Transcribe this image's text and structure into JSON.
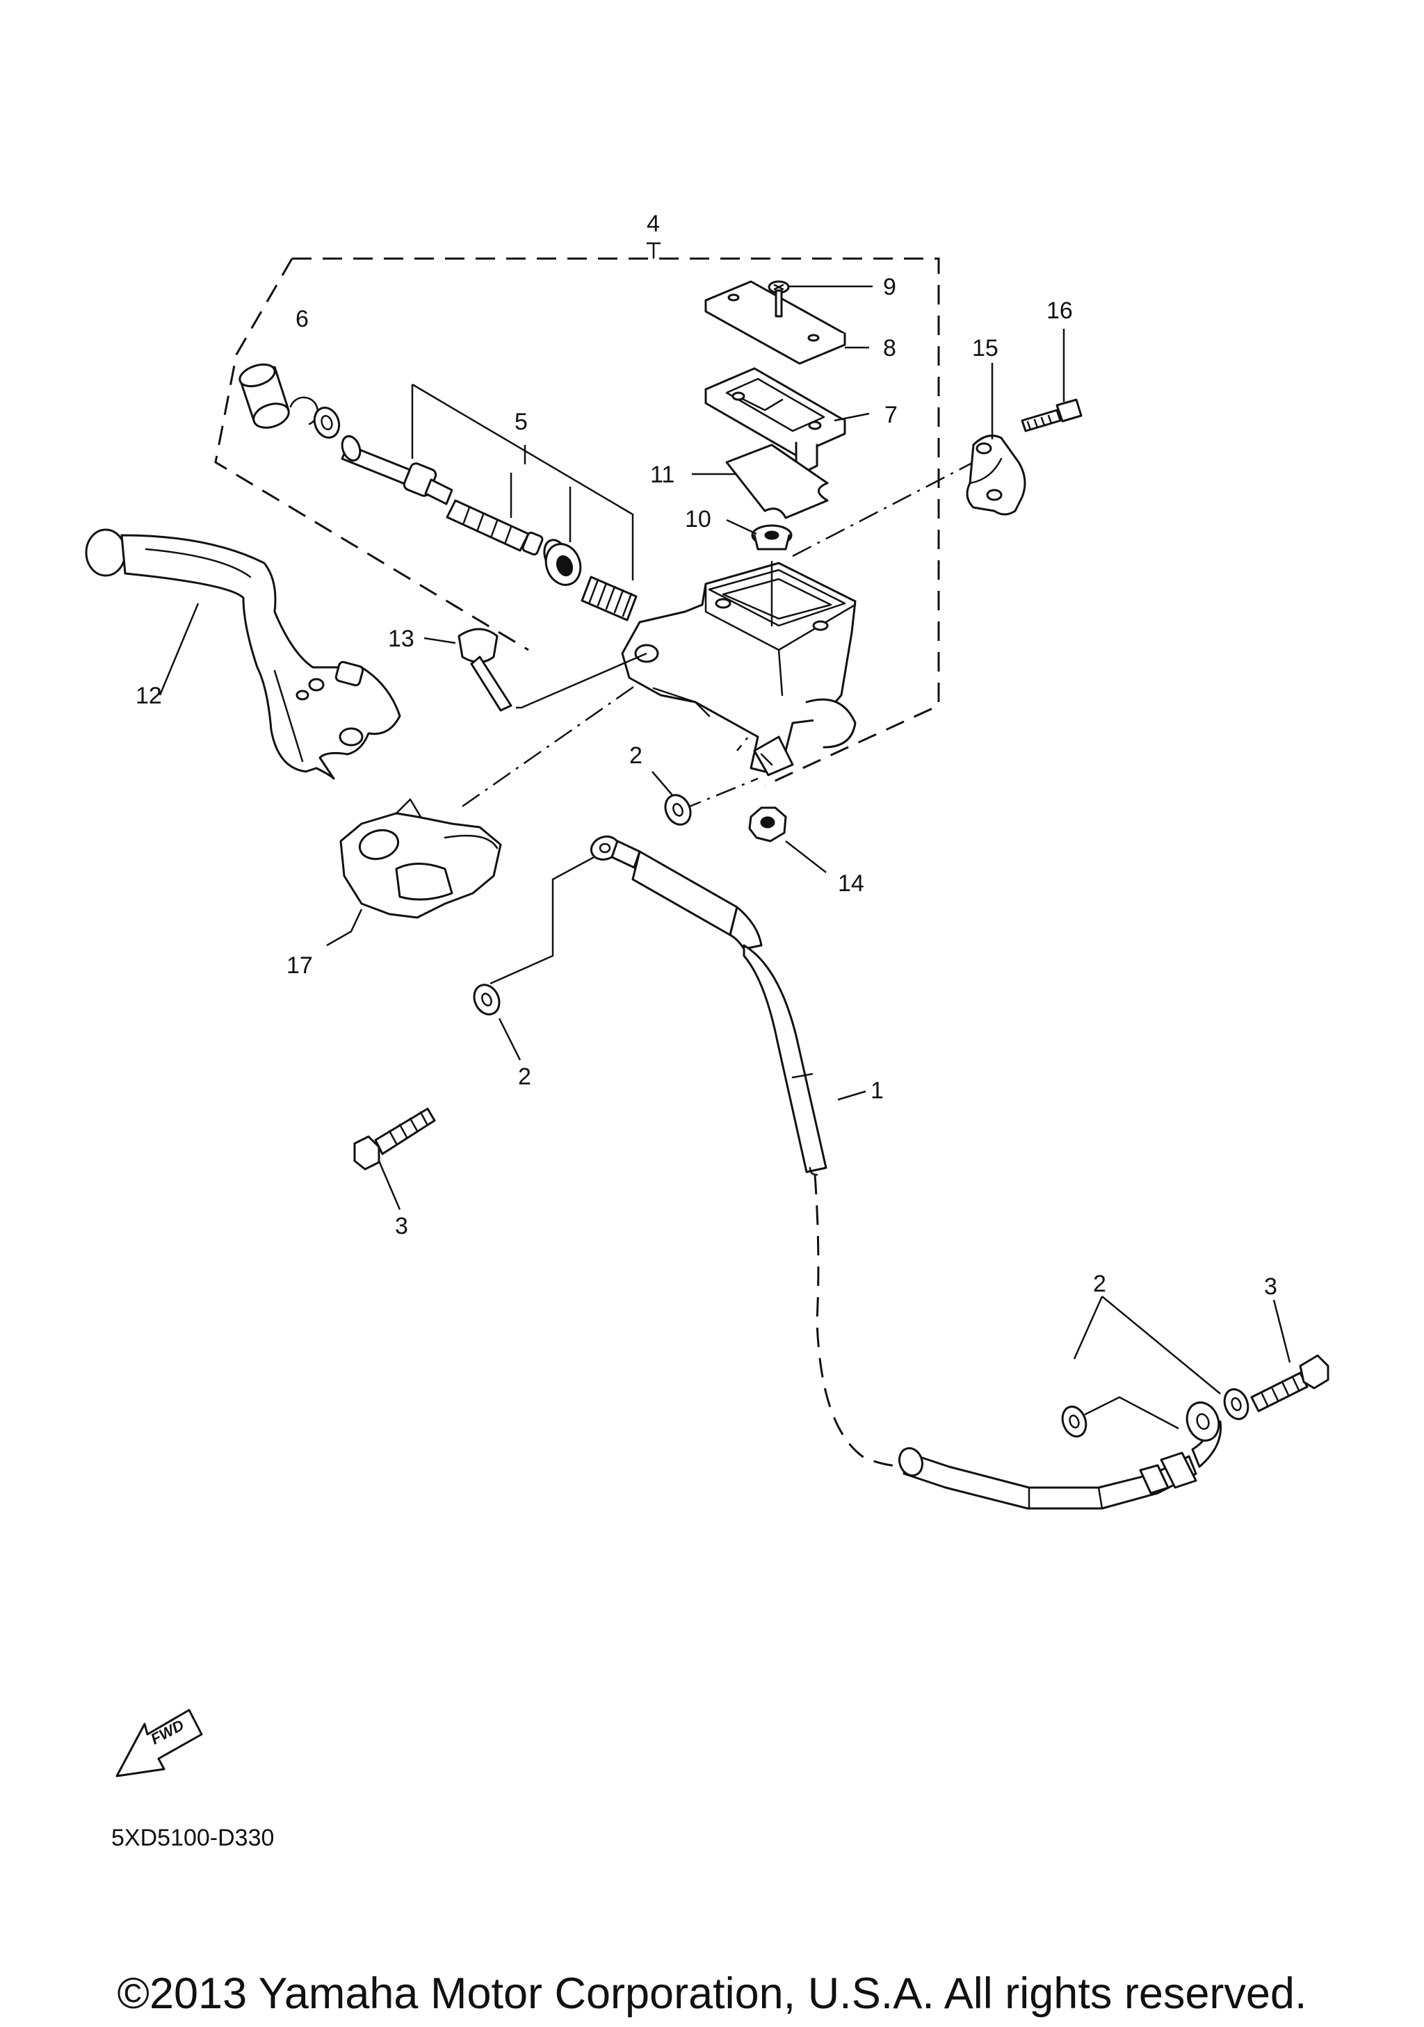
{
  "callouts": {
    "c1": "1",
    "c2a": "2",
    "c2b": "2",
    "c2c": "2",
    "c3a": "3",
    "c3b": "3",
    "c4": "4",
    "c5": "5",
    "c6": "6",
    "c7": "7",
    "c8": "8",
    "c9": "9",
    "c10": "10",
    "c11": "11",
    "c12": "12",
    "c13": "13",
    "c14": "14",
    "c15": "15",
    "c16": "16",
    "c17": "17"
  },
  "fwd_badge": "FWD",
  "diagram_code": "5XD5100-D330",
  "copyright": "©2013 Yamaha Motor Corporation, U.S.A. All rights reserved."
}
